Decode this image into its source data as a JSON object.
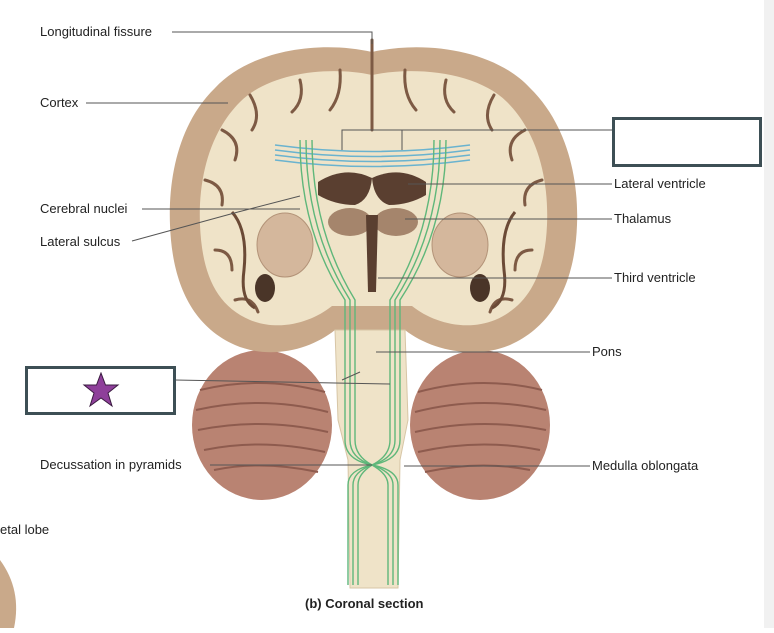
{
  "figure": {
    "caption": "(b) Coronal section",
    "labels": {
      "longitudinal_fissure": "Longitudinal fissure",
      "cortex": "Cortex",
      "cerebral_nuclei": "Cerebral nuclei",
      "lateral_sulcus": "Lateral sulcus",
      "lateral_ventricle": "Lateral ventricle",
      "thalamus": "Thalamus",
      "third_ventricle": "Third ventricle",
      "pons": "Pons",
      "decussation": "Decussation in pyramids",
      "medulla": "Medulla oblongata",
      "parietal_lobe_fragment": "etal lobe"
    },
    "answer_boxes": {
      "top_right": "",
      "left_starred": ""
    },
    "star_icon": "star-icon",
    "colors": {
      "tract": "#5fb77a",
      "commissure": "#6ab3cf",
      "white_matter": "#efe3c8",
      "gray_matter": "#c9a98a",
      "cerebellum": "#b98372",
      "box_border": "#3d4f55",
      "star": "#8e3f9a"
    }
  }
}
